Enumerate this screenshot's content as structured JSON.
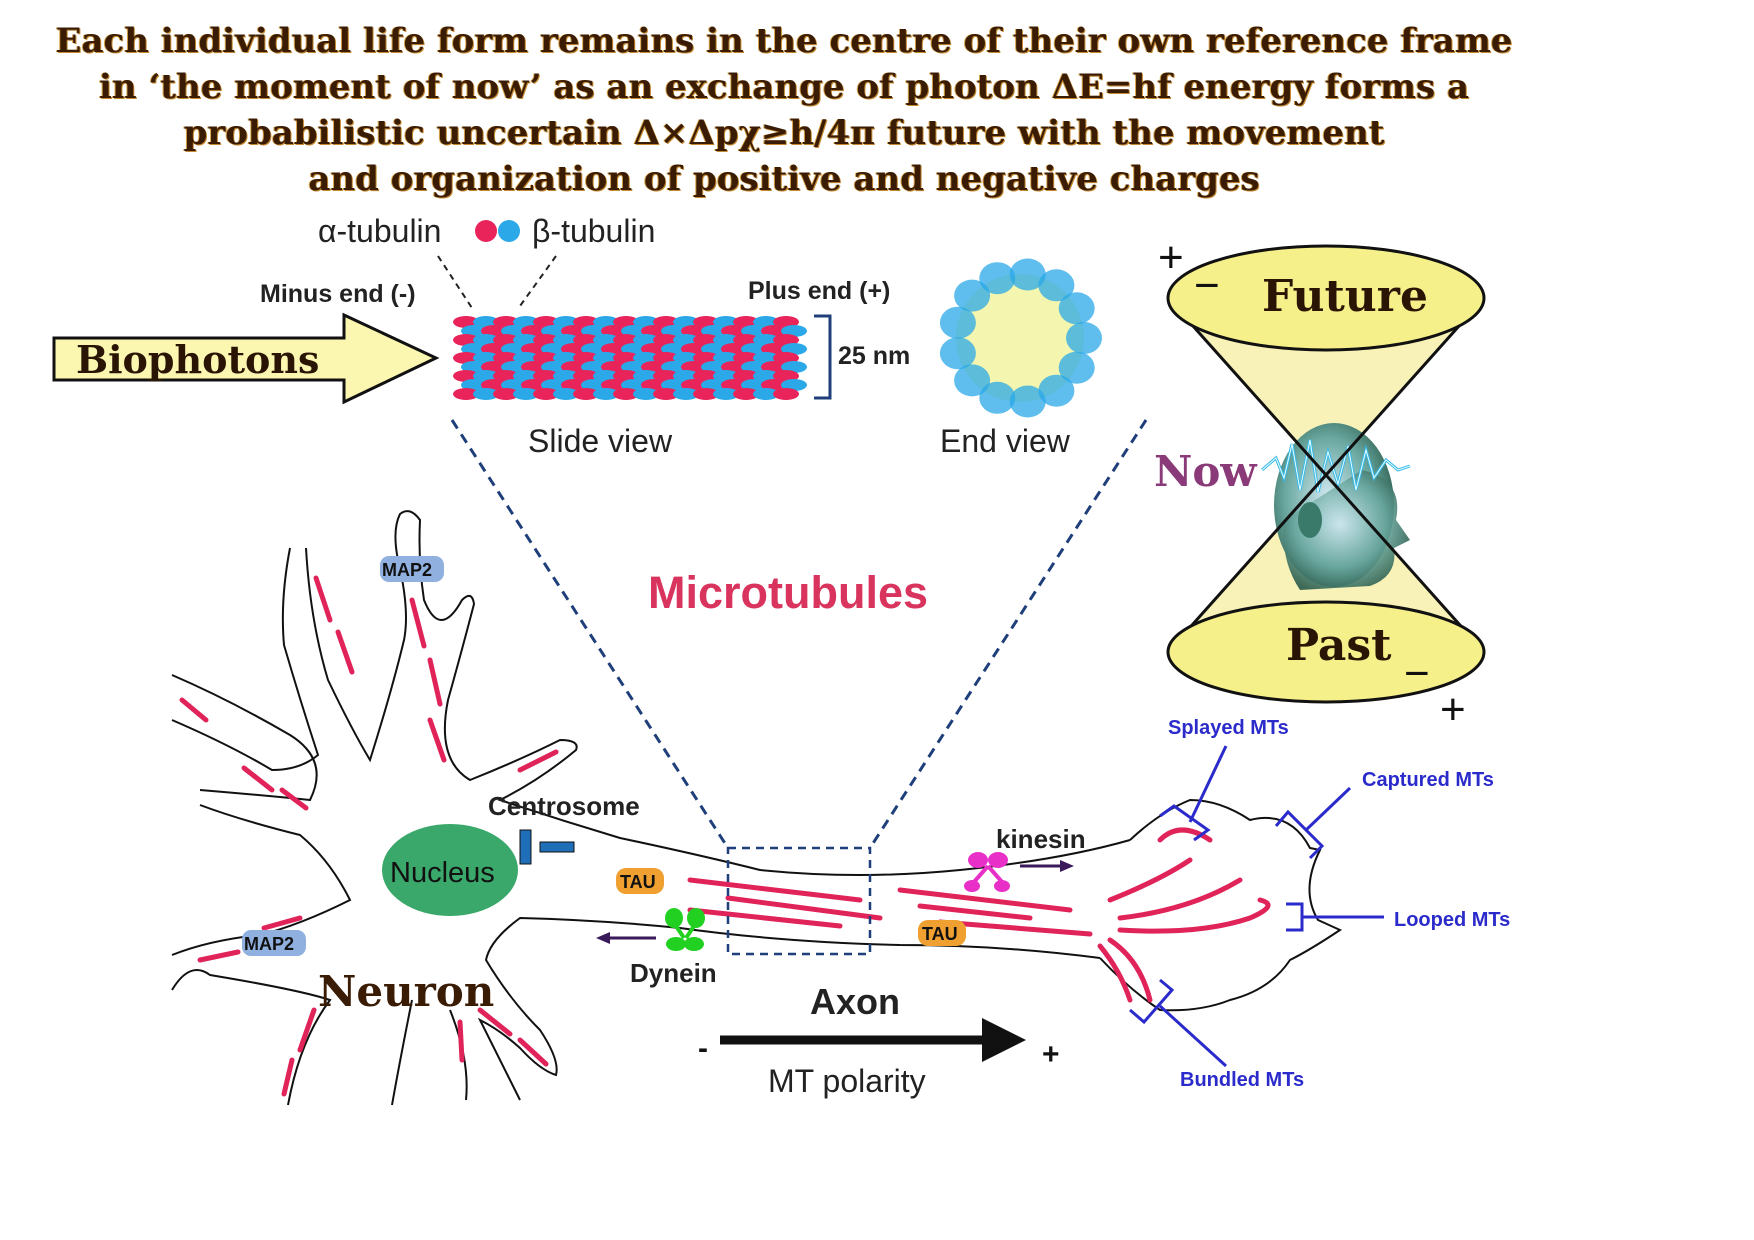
{
  "title_lines": [
    "Each individual life form remains in the centre of their own reference frame",
    "in ‘the moment of now’ as an exchange of photon ΔE=hf energy forms a",
    "probabilistic uncertain Δ×Δpχ≥h/4π future with the movement",
    "and organization of positive and negative charges"
  ],
  "tubulin": {
    "alpha": "α-tubulin",
    "beta": "β-tubulin",
    "minus_end": "Minus end (-)",
    "plus_end": "Plus end (+)",
    "diameter": "25 nm",
    "slide_view": "Slide view",
    "end_view": "End view"
  },
  "arrow_label": "Biophotons",
  "microtubules_label": "Microtubules",
  "light_cone": {
    "future": "Future",
    "past": "Past",
    "now": "Now",
    "plus": "+",
    "minus": "−"
  },
  "neuron": {
    "map2": "MAP2",
    "centrosome": "Centrosome",
    "nucleus": "Nucleus",
    "tau": "TAU",
    "kinesin": "kinesin",
    "dynein": "Dynein",
    "neuron": "Neuron",
    "axon": "Axon",
    "mt_polarity": "MT polarity",
    "minus_sign": "-",
    "plus_sign": "+"
  },
  "growth_cone": {
    "splayed": "Splayed MTs",
    "captured": "Captured MTs",
    "looped": "Looped MTs",
    "bundled": "Bundled MTs"
  },
  "colors": {
    "alpha": "#e8245a",
    "beta": "#2aa8e8",
    "microtubule": "#e0245a",
    "dash_line": "#1f3f7a",
    "cone_fill": "#f6f0a0",
    "label_blue": "#2b2bcc",
    "nucleus": "#3aa86a",
    "tau": "#f0a030",
    "kinesin": "#e830c8",
    "dynein": "#22d022",
    "now_text": "#8a3a78"
  }
}
